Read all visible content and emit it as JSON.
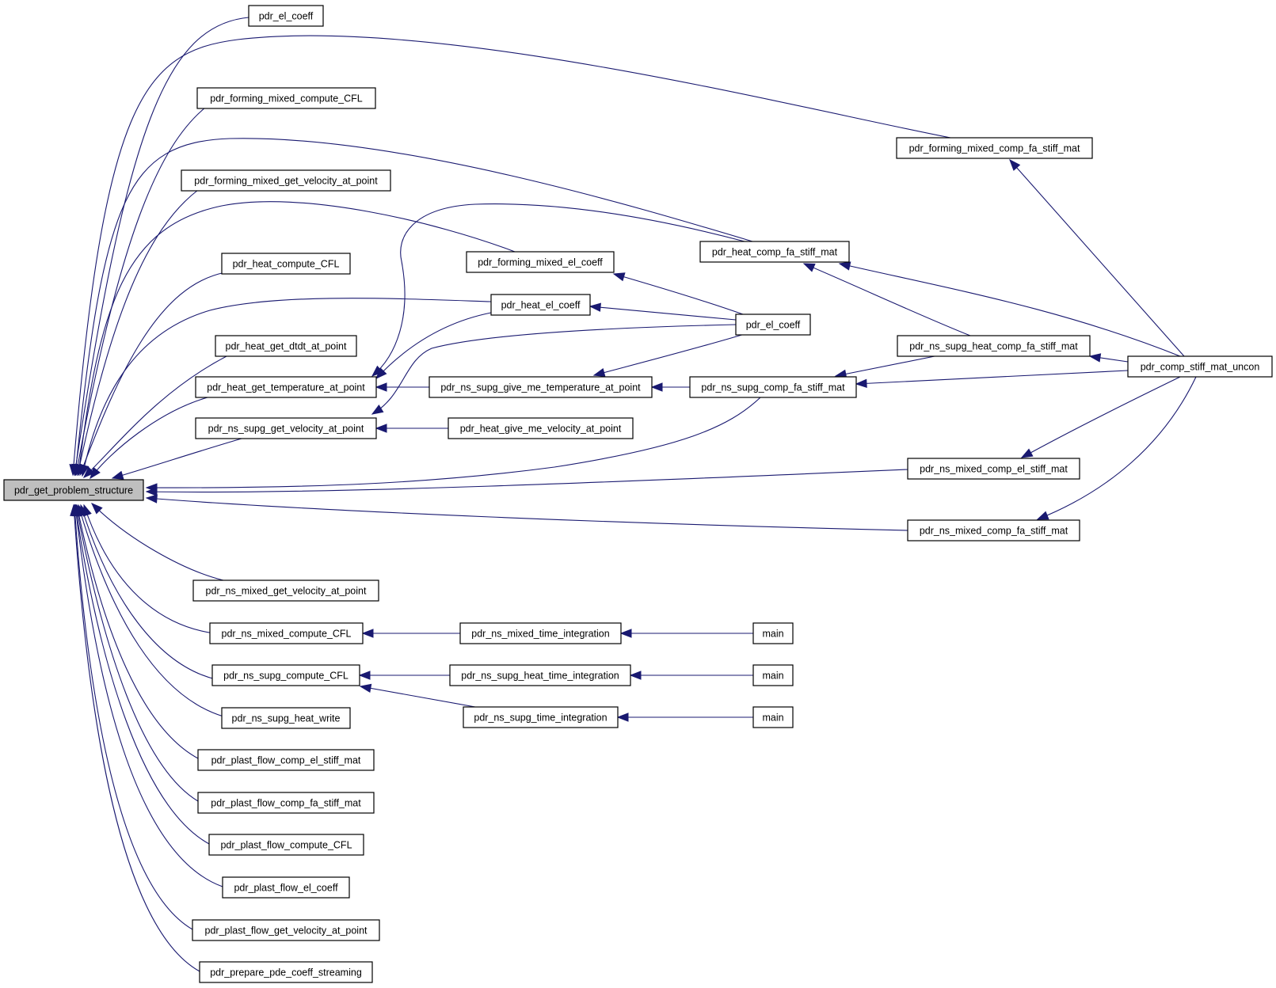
{
  "diagram": {
    "nodes": [
      {
        "id": "root",
        "label": "pdr_get_problem_structure",
        "highlight": true
      },
      {
        "id": "el_coeff_top",
        "label": "pdr_el_coeff"
      },
      {
        "id": "forming_cfl",
        "label": "pdr_forming_mixed_compute_CFL"
      },
      {
        "id": "forming_vel",
        "label": "pdr_forming_mixed_get_velocity_at_point"
      },
      {
        "id": "heat_cfl",
        "label": "pdr_heat_compute_CFL"
      },
      {
        "id": "heat_dtdt",
        "label": "pdr_heat_get_dtdt_at_point"
      },
      {
        "id": "heat_temp",
        "label": "pdr_heat_get_temperature_at_point"
      },
      {
        "id": "ns_supg_vel",
        "label": "pdr_ns_supg_get_velocity_at_point"
      },
      {
        "id": "ns_mixed_vel",
        "label": "pdr_ns_mixed_get_velocity_at_point"
      },
      {
        "id": "ns_mixed_cfl",
        "label": "pdr_ns_mixed_compute_CFL"
      },
      {
        "id": "ns_supg_cfl",
        "label": "pdr_ns_supg_compute_CFL"
      },
      {
        "id": "ns_supg_heat_write",
        "label": "pdr_ns_supg_heat_write"
      },
      {
        "id": "plast_el_stiff",
        "label": "pdr_plast_flow_comp_el_stiff_mat"
      },
      {
        "id": "plast_fa_stiff",
        "label": "pdr_plast_flow_comp_fa_stiff_mat"
      },
      {
        "id": "plast_cfl",
        "label": "pdr_plast_flow_compute_CFL"
      },
      {
        "id": "plast_el_coeff",
        "label": "pdr_plast_flow_el_coeff"
      },
      {
        "id": "plast_vel",
        "label": "pdr_plast_flow_get_velocity_at_point"
      },
      {
        "id": "prepare_pde",
        "label": "pdr_prepare_pde_coeff_streaming"
      },
      {
        "id": "forming_el_coeff",
        "label": "pdr_forming_mixed_el_coeff"
      },
      {
        "id": "heat_el_coeff",
        "label": "pdr_heat_el_coeff"
      },
      {
        "id": "ns_supg_give_temp",
        "label": "pdr_ns_supg_give_me_temperature_at_point"
      },
      {
        "id": "heat_give_vel",
        "label": "pdr_heat_give_me_velocity_at_point"
      },
      {
        "id": "ns_mixed_time",
        "label": "pdr_ns_mixed_time_integration"
      },
      {
        "id": "ns_supg_heat_time",
        "label": "pdr_ns_supg_heat_time_integration"
      },
      {
        "id": "ns_supg_time",
        "label": "pdr_ns_supg_time_integration"
      },
      {
        "id": "main1",
        "label": "main"
      },
      {
        "id": "main2",
        "label": "main"
      },
      {
        "id": "main3",
        "label": "main"
      },
      {
        "id": "heat_comp_fa",
        "label": "pdr_heat_comp_fa_stiff_mat"
      },
      {
        "id": "el_coeff_mid",
        "label": "pdr_el_coeff"
      },
      {
        "id": "ns_supg_comp_fa",
        "label": "pdr_ns_supg_comp_fa_stiff_mat"
      },
      {
        "id": "forming_comp_fa",
        "label": "pdr_forming_mixed_comp_fa_stiff_mat"
      },
      {
        "id": "ns_supg_heat_comp_fa",
        "label": "pdr_ns_supg_heat_comp_fa_stiff_mat"
      },
      {
        "id": "ns_mixed_comp_el",
        "label": "pdr_ns_mixed_comp_el_stiff_mat"
      },
      {
        "id": "ns_mixed_comp_fa",
        "label": "pdr_ns_mixed_comp_fa_stiff_mat"
      },
      {
        "id": "comp_stiff_unc",
        "label": "pdr_comp_stiff_mat_uncon"
      }
    ],
    "edges": [
      {
        "from": "el_coeff_top",
        "to": "root"
      },
      {
        "from": "forming_cfl",
        "to": "root"
      },
      {
        "from": "forming_vel",
        "to": "root"
      },
      {
        "from": "heat_cfl",
        "to": "root"
      },
      {
        "from": "heat_dtdt",
        "to": "root"
      },
      {
        "from": "heat_temp",
        "to": "root"
      },
      {
        "from": "ns_supg_vel",
        "to": "root"
      },
      {
        "from": "ns_mixed_vel",
        "to": "root"
      },
      {
        "from": "ns_mixed_cfl",
        "to": "root"
      },
      {
        "from": "ns_supg_cfl",
        "to": "root"
      },
      {
        "from": "ns_supg_heat_write",
        "to": "root"
      },
      {
        "from": "plast_el_stiff",
        "to": "root"
      },
      {
        "from": "plast_fa_stiff",
        "to": "root"
      },
      {
        "from": "plast_cfl",
        "to": "root"
      },
      {
        "from": "plast_el_coeff",
        "to": "root"
      },
      {
        "from": "plast_vel",
        "to": "root"
      },
      {
        "from": "prepare_pde",
        "to": "root"
      },
      {
        "from": "forming_comp_fa",
        "to": "root"
      },
      {
        "from": "heat_comp_fa",
        "to": "root"
      },
      {
        "from": "forming_el_coeff",
        "to": "root"
      },
      {
        "from": "heat_el_coeff",
        "to": "root"
      },
      {
        "from": "ns_supg_comp_fa",
        "to": "root"
      },
      {
        "from": "ns_mixed_comp_el",
        "to": "root"
      },
      {
        "from": "ns_mixed_comp_fa",
        "to": "root"
      },
      {
        "from": "heat_comp_fa",
        "to": "heat_temp"
      },
      {
        "from": "heat_el_coeff",
        "to": "heat_temp"
      },
      {
        "from": "ns_supg_give_temp",
        "to": "heat_temp"
      },
      {
        "from": "el_coeff_mid",
        "to": "ns_supg_vel"
      },
      {
        "from": "heat_give_vel",
        "to": "ns_supg_vel"
      },
      {
        "from": "ns_mixed_time",
        "to": "ns_mixed_cfl"
      },
      {
        "from": "ns_supg_heat_time",
        "to": "ns_supg_cfl"
      },
      {
        "from": "ns_supg_time",
        "to": "ns_supg_cfl"
      },
      {
        "from": "el_coeff_mid",
        "to": "forming_el_coeff"
      },
      {
        "from": "el_coeff_mid",
        "to": "heat_el_coeff"
      },
      {
        "from": "el_coeff_mid",
        "to": "ns_supg_give_temp"
      },
      {
        "from": "ns_supg_comp_fa",
        "to": "ns_supg_give_temp"
      },
      {
        "from": "main1",
        "to": "ns_mixed_time"
      },
      {
        "from": "main2",
        "to": "ns_supg_heat_time"
      },
      {
        "from": "main3",
        "to": "ns_supg_time"
      },
      {
        "from": "ns_supg_heat_comp_fa",
        "to": "heat_comp_fa"
      },
      {
        "from": "comp_stiff_unc",
        "to": "heat_comp_fa"
      },
      {
        "from": "ns_supg_heat_comp_fa",
        "to": "ns_supg_comp_fa"
      },
      {
        "from": "comp_stiff_unc",
        "to": "ns_supg_comp_fa"
      },
      {
        "from": "comp_stiff_unc",
        "to": "forming_comp_fa"
      },
      {
        "from": "comp_stiff_unc",
        "to": "ns_supg_heat_comp_fa"
      },
      {
        "from": "comp_stiff_unc",
        "to": "ns_mixed_comp_el"
      },
      {
        "from": "comp_stiff_unc",
        "to": "ns_mixed_comp_fa"
      }
    ]
  }
}
